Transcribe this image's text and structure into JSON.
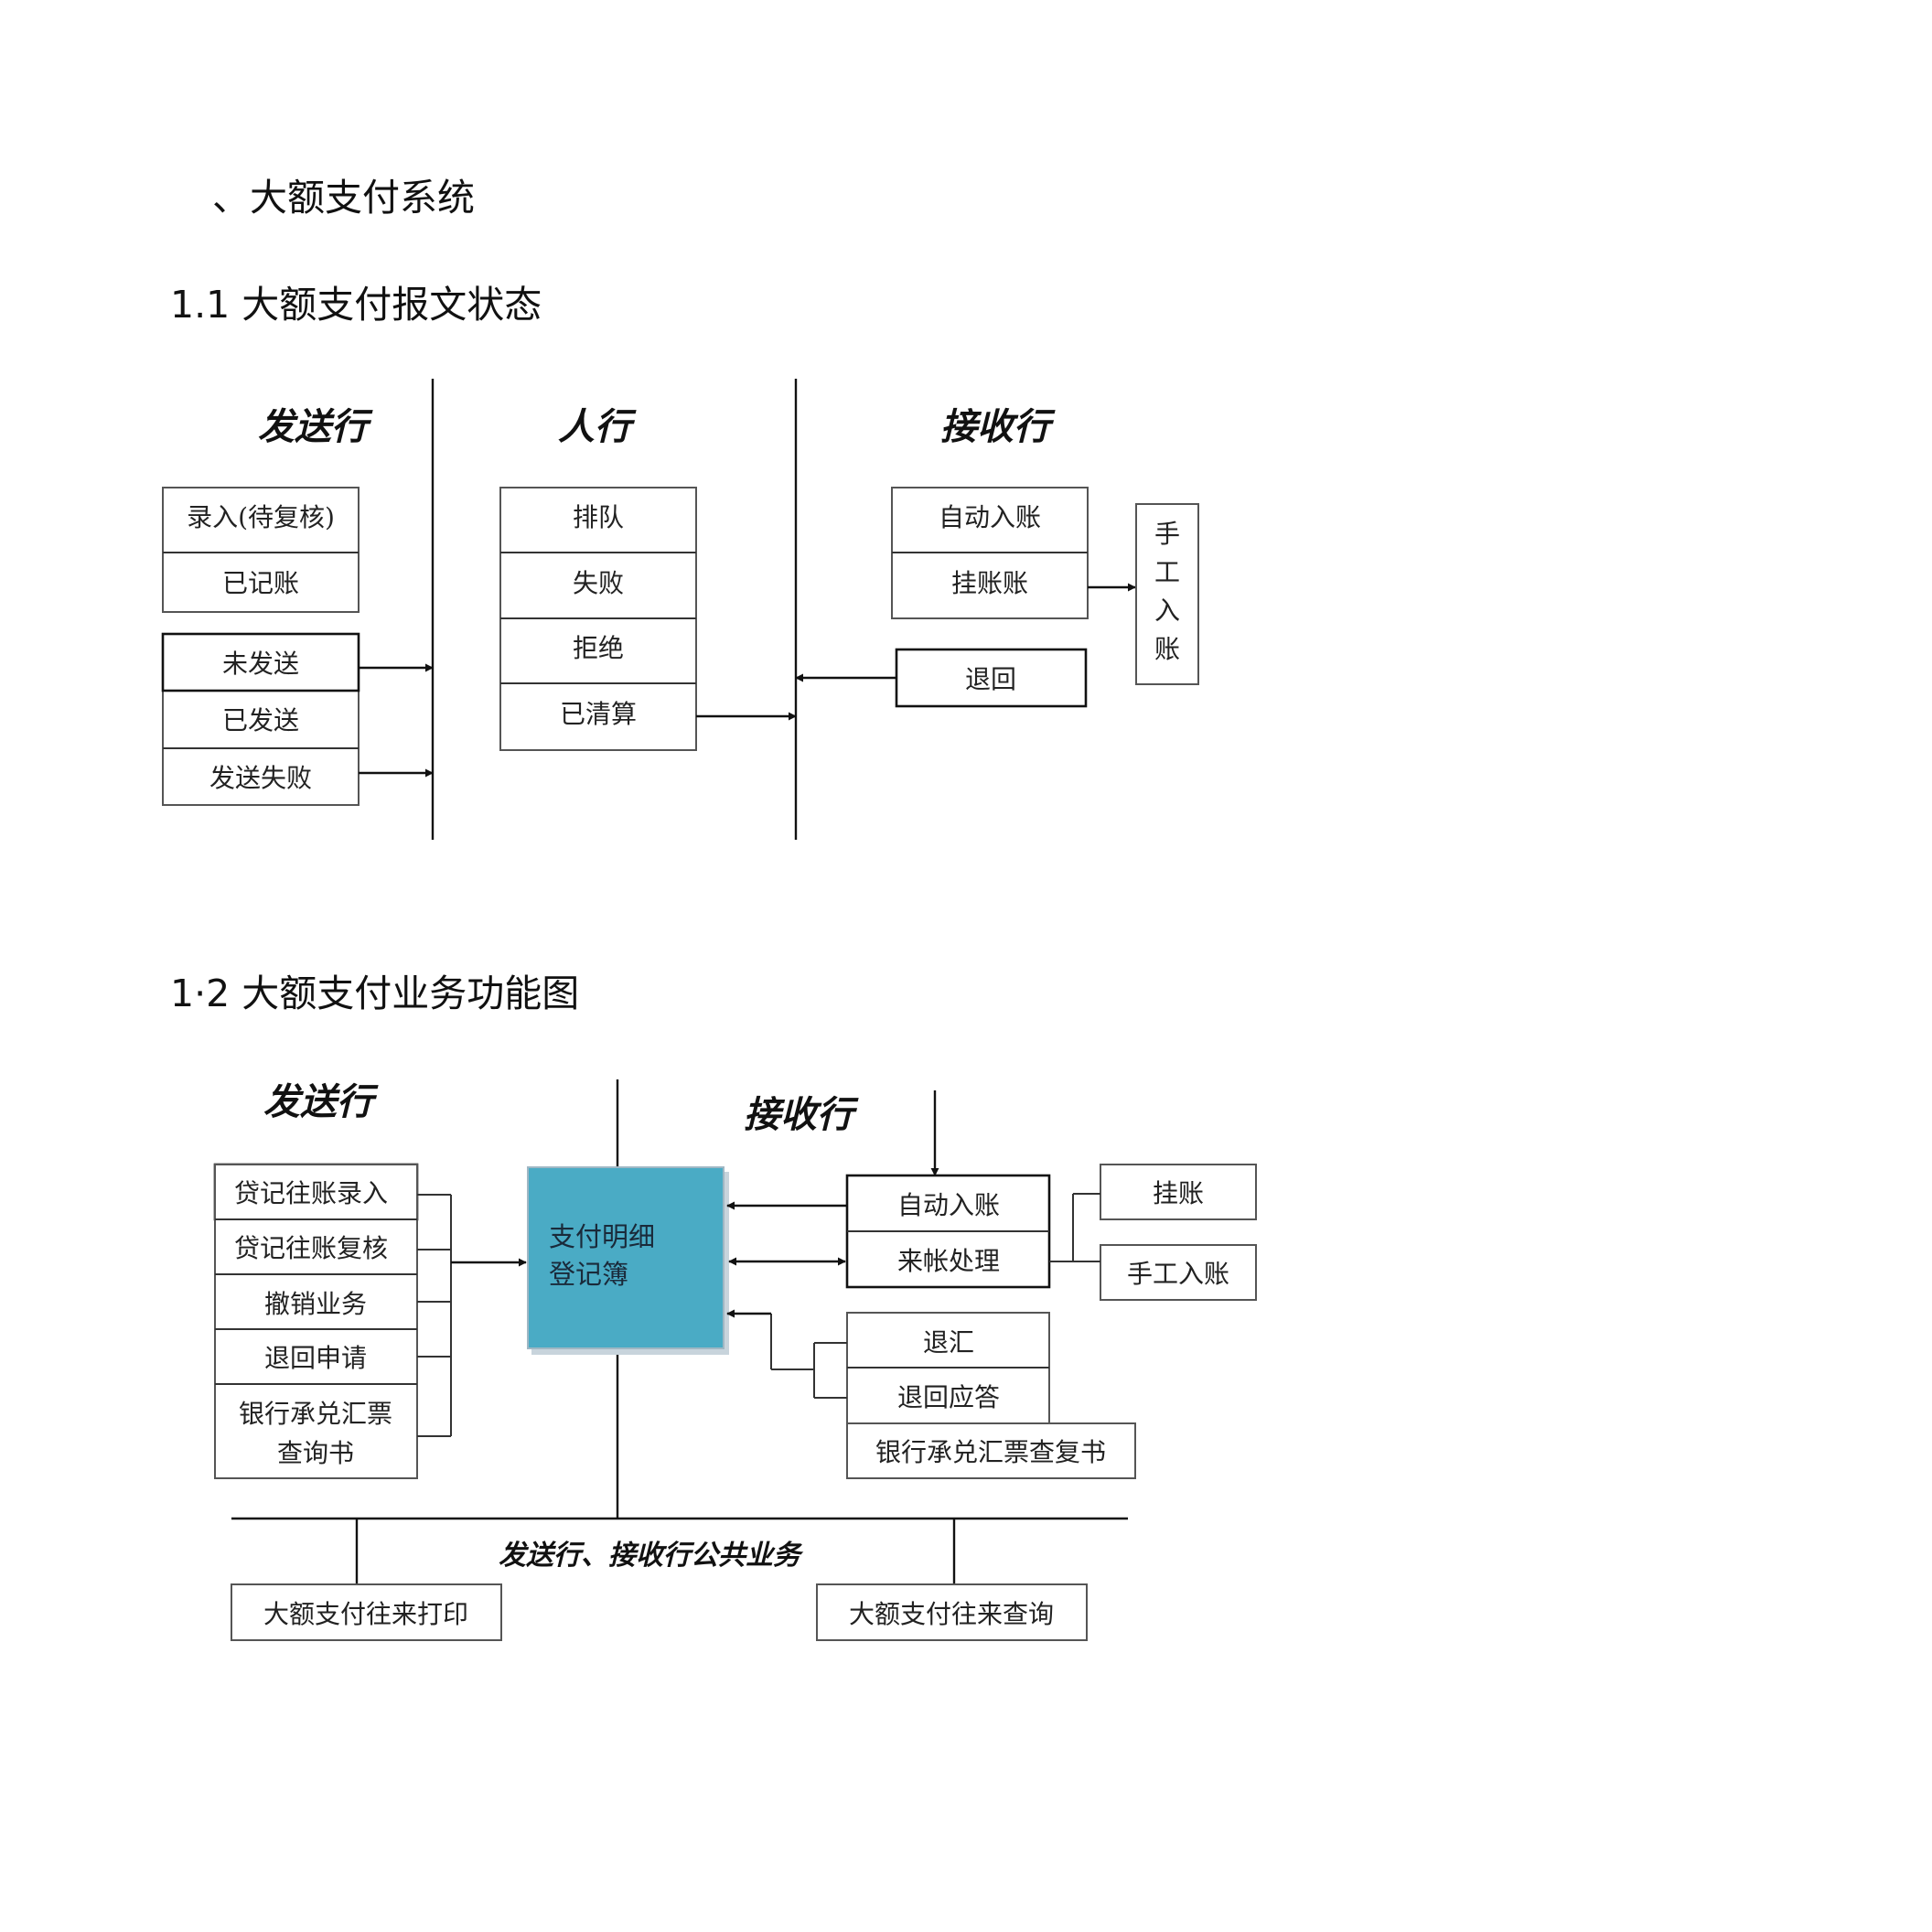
{
  "heading_main": "、大额支付系统",
  "section1": {
    "heading": "1.1 大额支付报文状态",
    "col_sender": "发送行",
    "col_central": "人行",
    "col_receiver": "接收行",
    "sender_top": [
      "录入(待复核)",
      "已记账"
    ],
    "sender_bottom": [
      "未发送",
      "已发送",
      "发送失败"
    ],
    "central": [
      "排队",
      "失败",
      "拒绝",
      "已清算"
    ],
    "receiver": [
      "自动入账",
      "挂账账"
    ],
    "manual_chars": [
      "手",
      "工",
      "入",
      "账"
    ],
    "returned": "退回"
  },
  "section2": {
    "heading": "1·2 大额支付业务功能图",
    "col_sender": "发送行",
    "col_receiver": "接收行",
    "sender_items": [
      "贷记往账录入",
      "贷记往账复核",
      "撤销业务",
      "退回申请"
    ],
    "sender_last": [
      "银行承兑汇票",
      "查询书"
    ],
    "center": [
      "支付明细",
      "登记簿"
    ],
    "receiver_top": [
      "自动入账",
      "来帐处理"
    ],
    "receiver_right": [
      "挂账",
      "手工入账"
    ],
    "receiver_bottom": [
      "退汇",
      "退回应答"
    ],
    "receiver_last": "银行承兑汇票查复书",
    "common_label": "发送行、接收行公共业务",
    "common_left": "大额支付往来打印",
    "common_right": "大额支付往来查询",
    "center_color": "#4aabc5"
  }
}
